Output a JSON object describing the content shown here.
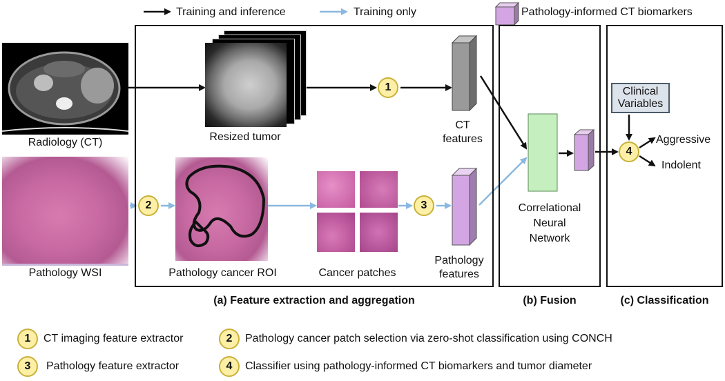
{
  "legend_top": {
    "training_inference": "Training and inference",
    "training_only": "Training only",
    "biomarkers": "Pathology-informed CT biomarkers"
  },
  "inputs": {
    "radiology": "Radiology (CT)",
    "pathology": "Pathology WSI"
  },
  "stage_a": {
    "resized_tumor": "Resized tumor",
    "pathology_roi": "Pathology cancer ROI",
    "cancer_patches": "Cancer patches",
    "ct_features_1": "CT",
    "ct_features_2": "features",
    "path_features_1": "Pathology",
    "path_features_2": "features",
    "caption": "(a) Feature extraction and aggregation"
  },
  "stage_b": {
    "cnn_1": "Correlational",
    "cnn_2": "Neural",
    "cnn_3": "Network",
    "caption": "(b) Fusion"
  },
  "stage_c": {
    "clinical_1": "Clinical",
    "clinical_2": "Variables",
    "aggressive": "Aggressive",
    "indolent": "Indolent",
    "caption": "(c) Classification"
  },
  "steps": {
    "n1": "1",
    "n2": "2",
    "n3": "3",
    "n4": "4"
  },
  "legend_bottom": {
    "s1": "CT imaging feature extractor",
    "s2": "Pathology cancer patch selection via zero-shot classification using CONCH",
    "s3": "Pathology feature extractor",
    "s4": "Classifier using pathology-informed CT biomarkers and tumor diameter"
  },
  "colors": {
    "black_arrow": "#111111",
    "blue_arrow": "#8ab8e0",
    "ct_block": "#9a9a9a",
    "path_block": "#d3a6e3",
    "cnn_block": "#c6efc0",
    "step_circle": "#fdf0a6"
  }
}
